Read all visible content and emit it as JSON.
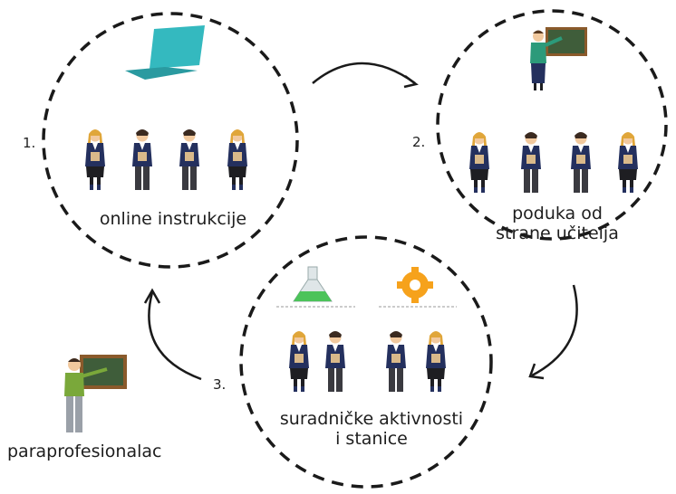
{
  "steps": [
    {
      "number": "1.",
      "label": "online instrukcije",
      "icon": "laptop-icon"
    },
    {
      "number": "2.",
      "label_line1": "poduka od",
      "label_line2": "strane učitelja",
      "icon": "teacher-at-board-icon"
    },
    {
      "number": "3.",
      "label_line1": "suradničke aktivnosti",
      "label_line2": "i stanice",
      "icons": [
        "flask-icon",
        "gear-icon"
      ]
    }
  ],
  "paraprofessional": {
    "label": "paraprofesionalac",
    "icon": "paraprofessional-at-board-icon"
  },
  "colors": {
    "laptop": "#34b9bf",
    "board": "#3f5d3a",
    "board_frame": "#8a5a2b",
    "teacher_top": "#2c9a7a",
    "para_top": "#7aa83a",
    "flask_liquid": "#4cc35a",
    "gear": "#f6a21c",
    "uniform": "#24305e",
    "skirt": "#1e1e22",
    "trousers": "#3a3a40",
    "dashed_circle": "#1a1a1a",
    "arrow": "#1a1a1a"
  }
}
